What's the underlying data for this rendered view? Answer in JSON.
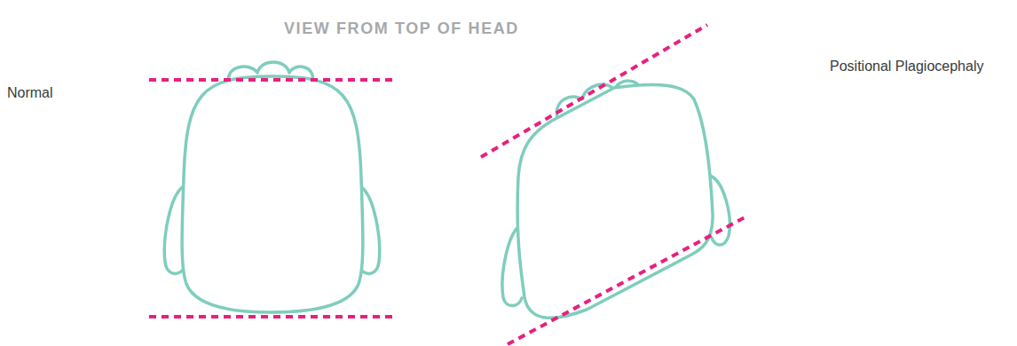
{
  "diagram": {
    "title": "VIEW FROM TOP OF HEAD",
    "labels": [
      "Normal",
      "Positional Plagiocephaly"
    ]
  }
}
